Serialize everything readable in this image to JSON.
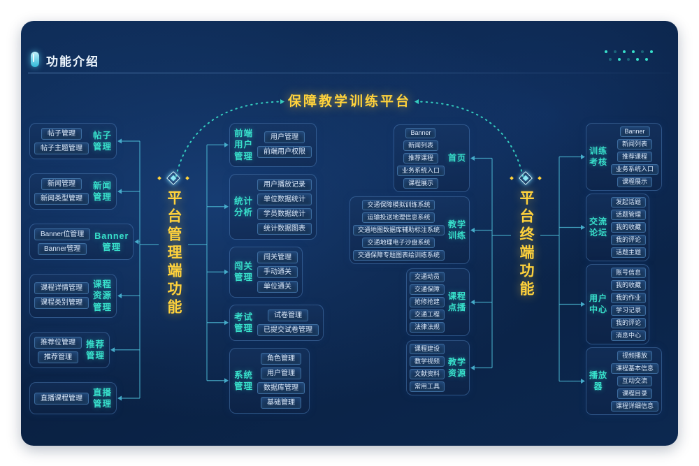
{
  "header": {
    "title": "功能介绍"
  },
  "diagram": {
    "title": "保障教学训练平台",
    "left_root": "平台管理端功能",
    "right_root": "平台终端功能",
    "left_outer_groups": [
      {
        "label": "帖子\n管理",
        "items": [
          "帖子管理",
          "帖子主题管理"
        ]
      },
      {
        "label": "新闻\n管理",
        "items": [
          "新闻管理",
          "新闻类型管理"
        ]
      },
      {
        "label": "Banner\n管理",
        "items": [
          "Banner位管理",
          "Banner管理"
        ]
      },
      {
        "label": "课程\n资源\n管理",
        "items": [
          "课程详情管理",
          "课程类别管理"
        ]
      },
      {
        "label": "推荐\n管理",
        "items": [
          "推荐位管理",
          "推荐管理"
        ]
      },
      {
        "label": "直播\n管理",
        "items": [
          "直播课程管理"
        ]
      }
    ],
    "left_inner_groups": [
      {
        "label": "前端\n用户\n管理",
        "items": [
          "用户管理",
          "前端用户权限"
        ]
      },
      {
        "label": "统计\n分析",
        "items": [
          "用户播放记录",
          "单位数据统计",
          "学员数据统计",
          "统计数据图表"
        ]
      },
      {
        "label": "闯关\n管理",
        "items": [
          "闯关管理",
          "手动通关",
          "单位通关"
        ]
      },
      {
        "label": "考试\n管理",
        "items": [
          "试卷管理",
          "已提交试卷管理"
        ]
      },
      {
        "label": "系统\n管理",
        "items": [
          "角色管理",
          "用户管理",
          "数据库管理",
          "基础管理"
        ]
      }
    ],
    "right_inner_groups": [
      {
        "label": "首页",
        "items": [
          "Banner",
          "新闻列表",
          "推荐课程",
          "业务系统入口",
          "课程展示"
        ]
      },
      {
        "label": "教学\n训练",
        "items": [
          "交通保障模拟训练系统",
          "运输投送地理信息系统",
          "交通地图数据库辅助标注系统",
          "交通地理电子沙盘系统",
          "交通保障专题图表绘训练系统"
        ]
      },
      {
        "label": "课程\n点播",
        "items": [
          "交通动员",
          "交通保障",
          "抢修抢建",
          "交通工程",
          "法律法规"
        ]
      },
      {
        "label": "教学\n资源",
        "items": [
          "课程建设",
          "教学视频",
          "文献资料",
          "常用工具"
        ]
      }
    ],
    "right_outer_groups": [
      {
        "label": "训练\n考核",
        "items": [
          "Banner",
          "新闻列表",
          "推荐课程",
          "业务系统入口",
          "课程展示"
        ]
      },
      {
        "label": "交流\n论坛",
        "items": [
          "发起话题",
          "话题管理",
          "我的收藏",
          "我的评论",
          "话题主题"
        ]
      },
      {
        "label": "用户\n中心",
        "items": [
          "账号信息",
          "我的收藏",
          "我的作业",
          "学习记录",
          "我的评论",
          "消息中心"
        ]
      },
      {
        "label": "播放\n器",
        "items": [
          "视频播放",
          "课程基本信息",
          "互动交流",
          "课程目录",
          "课程详细信息"
        ]
      }
    ]
  },
  "colors": {
    "panel_bg": "#0b2448",
    "accent_cyan": "#38e0cb",
    "accent_yellow": "#ffd23c",
    "line": "#4fc0da",
    "box_border": "#3d6da0"
  }
}
